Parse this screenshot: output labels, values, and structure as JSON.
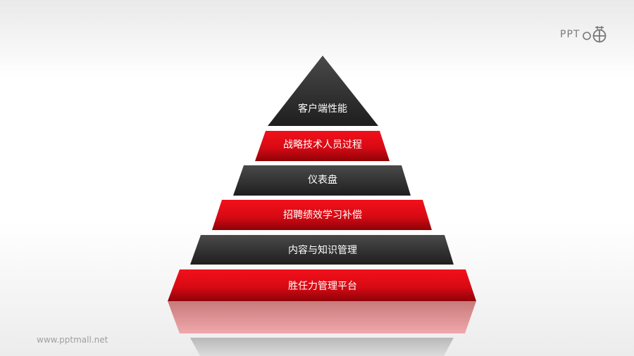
{
  "logo": {
    "text": "PPT",
    "icon": "ppt-crosshair-logo-icon"
  },
  "footer": {
    "url_text": "www.pptmall.net"
  },
  "colors": {
    "dark": "#2e2e2e",
    "red": "#e00c16",
    "reflection_pink": "#e89a9c",
    "reflection_gray": "#c6c6c6"
  },
  "pyramid": {
    "tiers": [
      {
        "label": "客户端性能",
        "color": "dark"
      },
      {
        "label": "战略技术人员过程",
        "color": "red"
      },
      {
        "label": "仪表盘",
        "color": "dark"
      },
      {
        "label": "招聘绩效学习补偿",
        "color": "red"
      },
      {
        "label": "内容与知识管理",
        "color": "dark"
      },
      {
        "label": "胜任力管理平台",
        "color": "red"
      }
    ]
  }
}
